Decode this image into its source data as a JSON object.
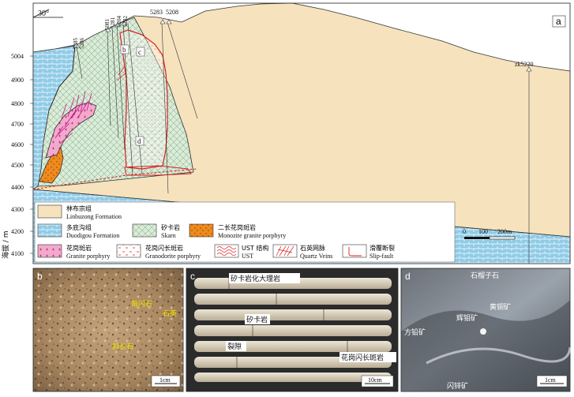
{
  "panel_a": {
    "letter": "a",
    "orientation": "30°",
    "y_axis_label": "海拔 / m",
    "y_ticks": [
      "5004",
      "4900",
      "4800",
      "4700",
      "4600",
      "4500",
      "4400",
      "4300",
      "4200",
      "4100"
    ],
    "drill_labels": [
      "5285",
      "5286",
      "5081",
      "5281",
      "5204",
      "5282",
      "5283",
      "5208",
      "zk5220"
    ],
    "zone_labels": [
      "b",
      "c",
      "d"
    ],
    "scale_ticks": [
      "0",
      "100",
      "200m"
    ],
    "legend": [
      {
        "cn": "林布宗组",
        "en": "Linbuzong Formation",
        "color": "#f6e2bd"
      },
      {
        "cn": "多底沟组",
        "en": "Duodigou Formation",
        "color": "#8ecbe8"
      },
      {
        "cn": "矽卡岩",
        "en": "Skarn",
        "color": "#d7ead5"
      },
      {
        "cn": "二长花岗斑岩",
        "en": "Monozite granite porphyry",
        "color": "#f08a1e"
      },
      {
        "cn": "花岗斑岩",
        "en": "Granite porphyry",
        "color": "#f1aacb"
      },
      {
        "cn": "花岗闪长斑岩",
        "en": "Granodorite porphyry",
        "color": "#ffffff"
      },
      {
        "cn": "UST 结构",
        "en": "UST",
        "color": "#d62020"
      },
      {
        "cn": "石英网脉",
        "en": "Quartz Veins",
        "color": "#d62020"
      },
      {
        "cn": "滑覆断裂",
        "en": "Slip-fault",
        "color": "#d62020"
      }
    ]
  },
  "panel_b": {
    "letter": "b",
    "labels": [
      "角闪石",
      "石英",
      "斜长石"
    ],
    "scale": "1cm"
  },
  "panel_c": {
    "letter": "c",
    "labels": [
      "矽卡岩化大理岩",
      "矽卡岩",
      "裂隙",
      "花岗闪长斑岩"
    ],
    "scale": "10cm"
  },
  "panel_d": {
    "letter": "d",
    "labels": [
      "石榴子石",
      "黄铜矿",
      "辉钼矿",
      "方铅矿",
      "闪锌矿"
    ],
    "scale": "1cm"
  }
}
